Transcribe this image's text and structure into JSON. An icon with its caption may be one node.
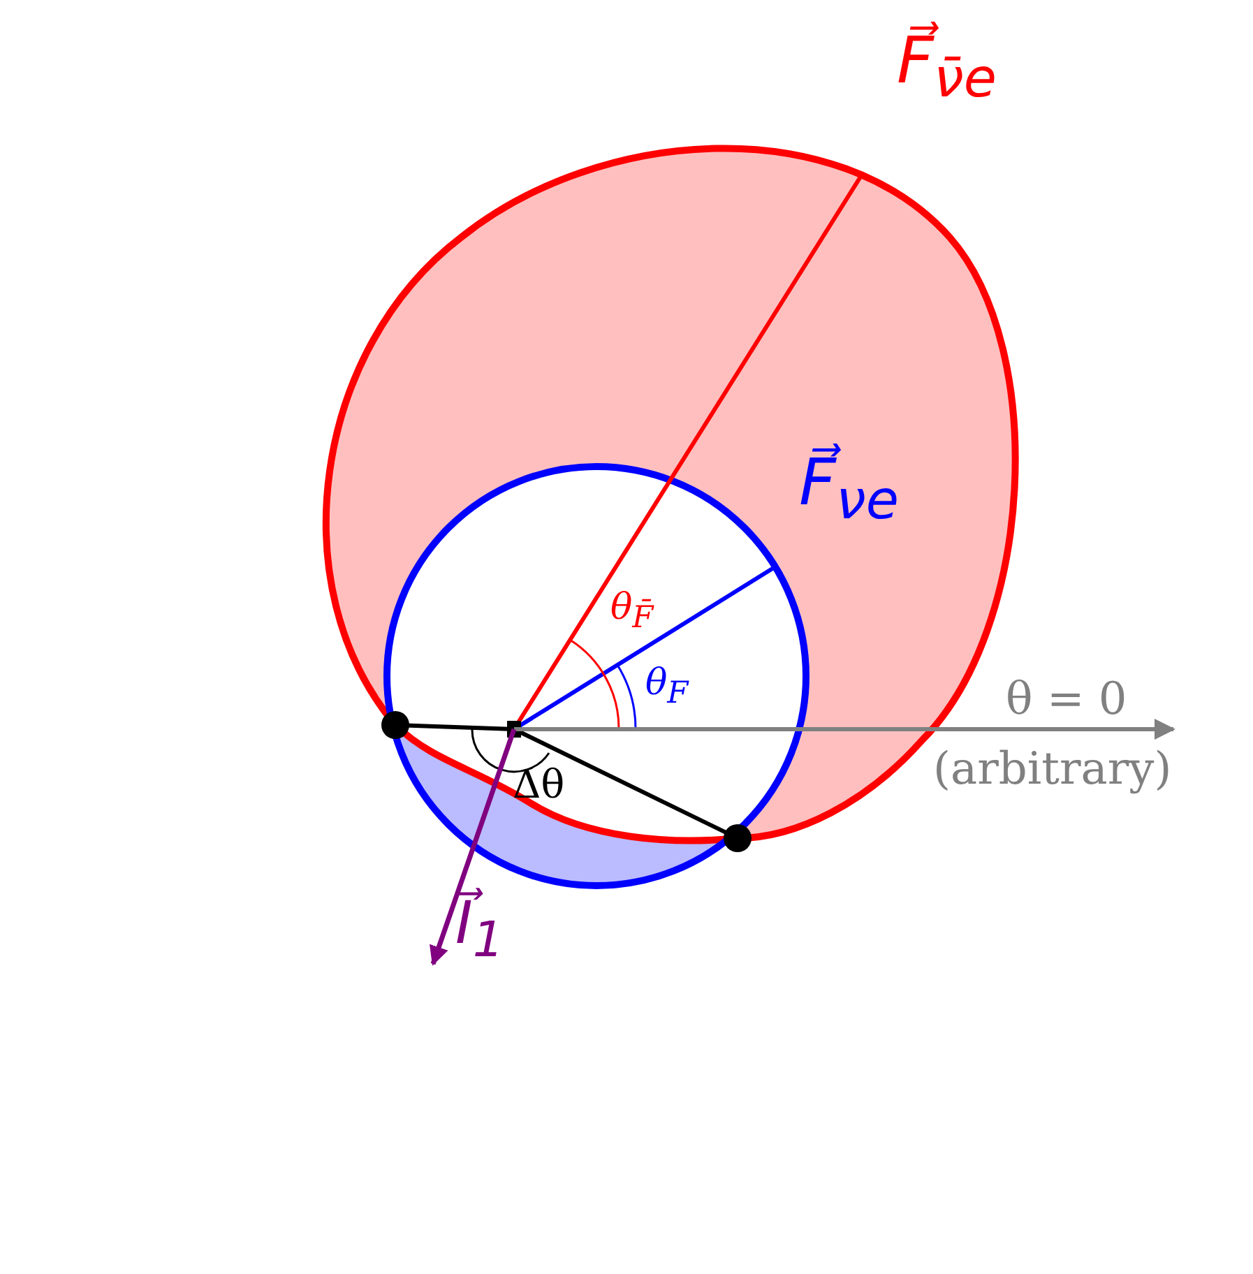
{
  "diagram": {
    "labels": [
      "F⃗$_{ν̄e}$",
      "F⃗$_{νe}$",
      "θ$_{F̄}$",
      "θ$_{F}$",
      "θ = 0",
      "(arbitrary)",
      "Δθ",
      "I⃗$_{1}$"
    ]
  }
}
